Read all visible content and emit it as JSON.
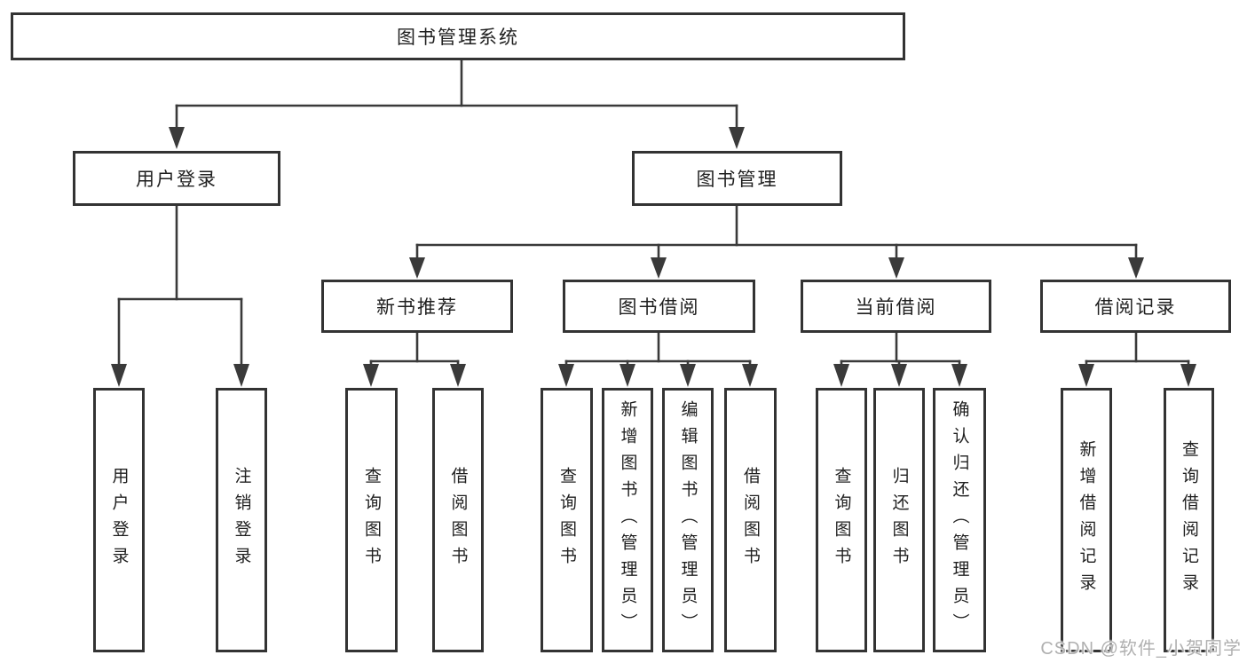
{
  "diagram_type": "hierarchy-tree",
  "tree": {
    "label": "图书管理系统",
    "children": [
      {
        "label": "用户登录",
        "children": [
          {
            "label": "用户登录"
          },
          {
            "label": "注销登录"
          }
        ]
      },
      {
        "label": "图书管理",
        "children": [
          {
            "label": "新书推荐",
            "children": [
              {
                "label": "查询图书"
              },
              {
                "label": "借阅图书"
              }
            ]
          },
          {
            "label": "图书借阅",
            "children": [
              {
                "label": "查询图书"
              },
              {
                "label": "新增图书（管理员）"
              },
              {
                "label": "编辑图书（管理员）"
              },
              {
                "label": "借阅图书"
              }
            ]
          },
          {
            "label": "当前借阅",
            "children": [
              {
                "label": "查询图书"
              },
              {
                "label": "归还图书"
              },
              {
                "label": "确认归还（管理员）"
              }
            ]
          },
          {
            "label": "借阅记录",
            "children": [
              {
                "label": "新增借阅记录"
              },
              {
                "label": "查询借阅记录"
              }
            ]
          }
        ]
      }
    ]
  },
  "watermark": {
    "text": "CSDN @软件_小贺同学"
  },
  "colors": {
    "background": "#ffffff",
    "box_border": "#333333",
    "connector_line": "#3a3a3a",
    "text": "#1f1f1f",
    "watermark": "#b0b0b0"
  }
}
